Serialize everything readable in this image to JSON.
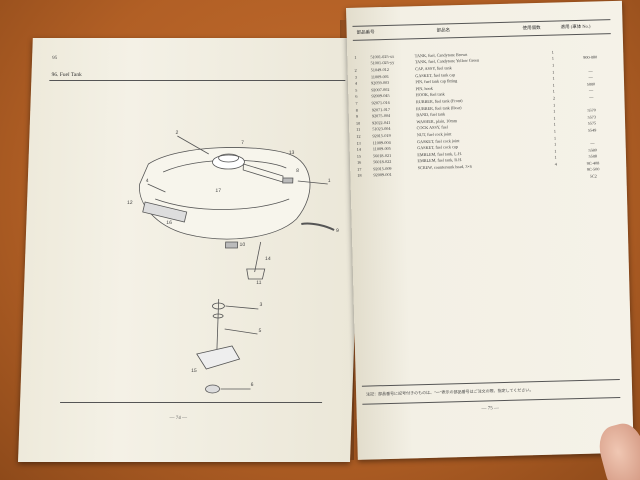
{
  "left_page": {
    "corner_mark": "95",
    "section_title": "96. Fuel Tank",
    "page_number": "— 74 —"
  },
  "right_page": {
    "header_columns": [
      "部品番号",
      "部品名",
      "使用個数",
      "適用 (車体 No.)"
    ],
    "page_number": "— 75 —",
    "footnote": "注記：部品番号に記号付きのものは、“一”表示の部品番号はご注文の際、指定してください。",
    "parts": [
      {
        "ref": "1",
        "no": "51001-025-xx",
        "name": "TANK, fuel, Candytone Brown",
        "qty": "1",
        "note": ""
      },
      {
        "ref": "",
        "no": "51001-025-yy",
        "name": "TANK, fuel, Candytone Yellow Green",
        "qty": "1",
        "note": "900-080"
      },
      {
        "ref": "2",
        "no": "51049-012",
        "name": "CAP, ASSY, fuel tank",
        "qty": "1",
        "note": ""
      },
      {
        "ref": "3",
        "no": "11009-001",
        "name": "GASKET, fuel tank cap",
        "qty": "1",
        "note": "—"
      },
      {
        "ref": "4",
        "no": "92059-003",
        "name": "PIN, fuel tank cap fitting",
        "qty": "1",
        "note": "—"
      },
      {
        "ref": "5",
        "no": "92007-002",
        "name": "PIN, hook",
        "qty": "1",
        "note": "5000"
      },
      {
        "ref": "6",
        "no": "92009-045",
        "name": "HOOK, fuel tank",
        "qty": "1",
        "note": "—"
      },
      {
        "ref": "7",
        "no": "92071-016",
        "name": "RUBBER, fuel tank (Front)",
        "qty": "2",
        "note": "—"
      },
      {
        "ref": "8",
        "no": "92071-017",
        "name": "RUBBER, fuel tank (Rear)",
        "qty": "1",
        "note": ""
      },
      {
        "ref": "9",
        "no": "92075-004",
        "name": "BAND, fuel tank",
        "qty": "1",
        "note": "5570"
      },
      {
        "ref": "10",
        "no": "92022-041",
        "name": "WASHER, plain, 10mm",
        "qty": "1",
        "note": "5573"
      },
      {
        "ref": "11",
        "no": "51023-004",
        "name": "COCK ASSY, fuel",
        "qty": "1",
        "note": "5575"
      },
      {
        "ref": "12",
        "no": "92015-019",
        "name": "NUT, fuel cock joint",
        "qty": "1",
        "note": "5549"
      },
      {
        "ref": "13",
        "no": "11009-004",
        "name": "GASKET, fuel cock joint",
        "qty": "1",
        "note": ""
      },
      {
        "ref": "14",
        "no": "11009-005",
        "name": "GASKET, fuel cock cup",
        "qty": "1",
        "note": "—"
      },
      {
        "ref": "15",
        "no": "56018-021",
        "name": "EMBLEM, fuel tank, L.H.",
        "qty": "1",
        "note": "5580"
      },
      {
        "ref": "16",
        "no": "56018-022",
        "name": "EMBLEM, fuel tank, R.H.",
        "qty": "1",
        "note": "5508"
      },
      {
        "ref": "17",
        "no": "92015-009",
        "name": "SCREW, countersunk head, 3×6",
        "qty": "4",
        "note": "9C-408"
      },
      {
        "ref": "18",
        "no": "92009-001",
        "name": "",
        "qty": "",
        "note": "9C-500"
      },
      {
        "ref": "",
        "no": "",
        "name": "",
        "qty": "",
        "note": "5C2"
      }
    ]
  },
  "diagram_labels": [
    "1",
    "2",
    "3",
    "4",
    "5",
    "6",
    "7",
    "8",
    "9",
    "10",
    "11",
    "12",
    "13",
    "14",
    "15",
    "16",
    "17"
  ]
}
